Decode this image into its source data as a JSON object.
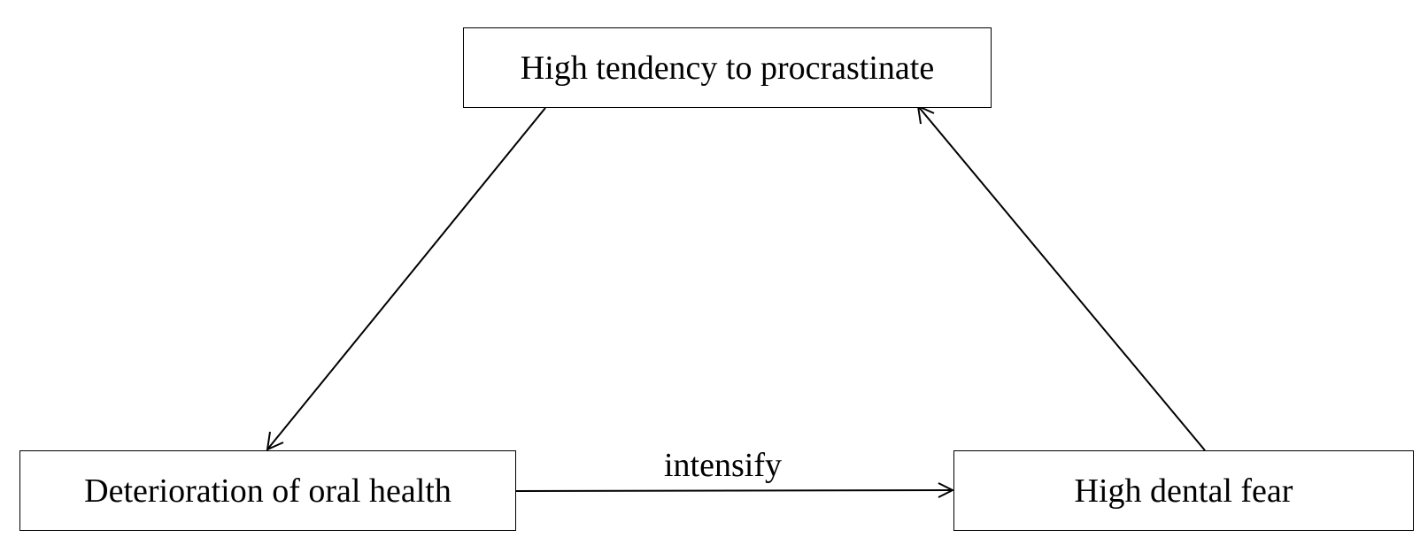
{
  "diagram": {
    "nodes": {
      "top": {
        "label": "High tendency to procrastinate"
      },
      "left": {
        "label": "Deterioration of oral health"
      },
      "right": {
        "label": "High dental fear"
      }
    },
    "edges": [
      {
        "from": "top",
        "to": "left",
        "label": ""
      },
      {
        "from": "left",
        "to": "right",
        "label": "intensify"
      },
      {
        "from": "right",
        "to": "top",
        "label": ""
      }
    ],
    "colors": {
      "stroke": "#000000",
      "background": "#ffffff"
    }
  }
}
